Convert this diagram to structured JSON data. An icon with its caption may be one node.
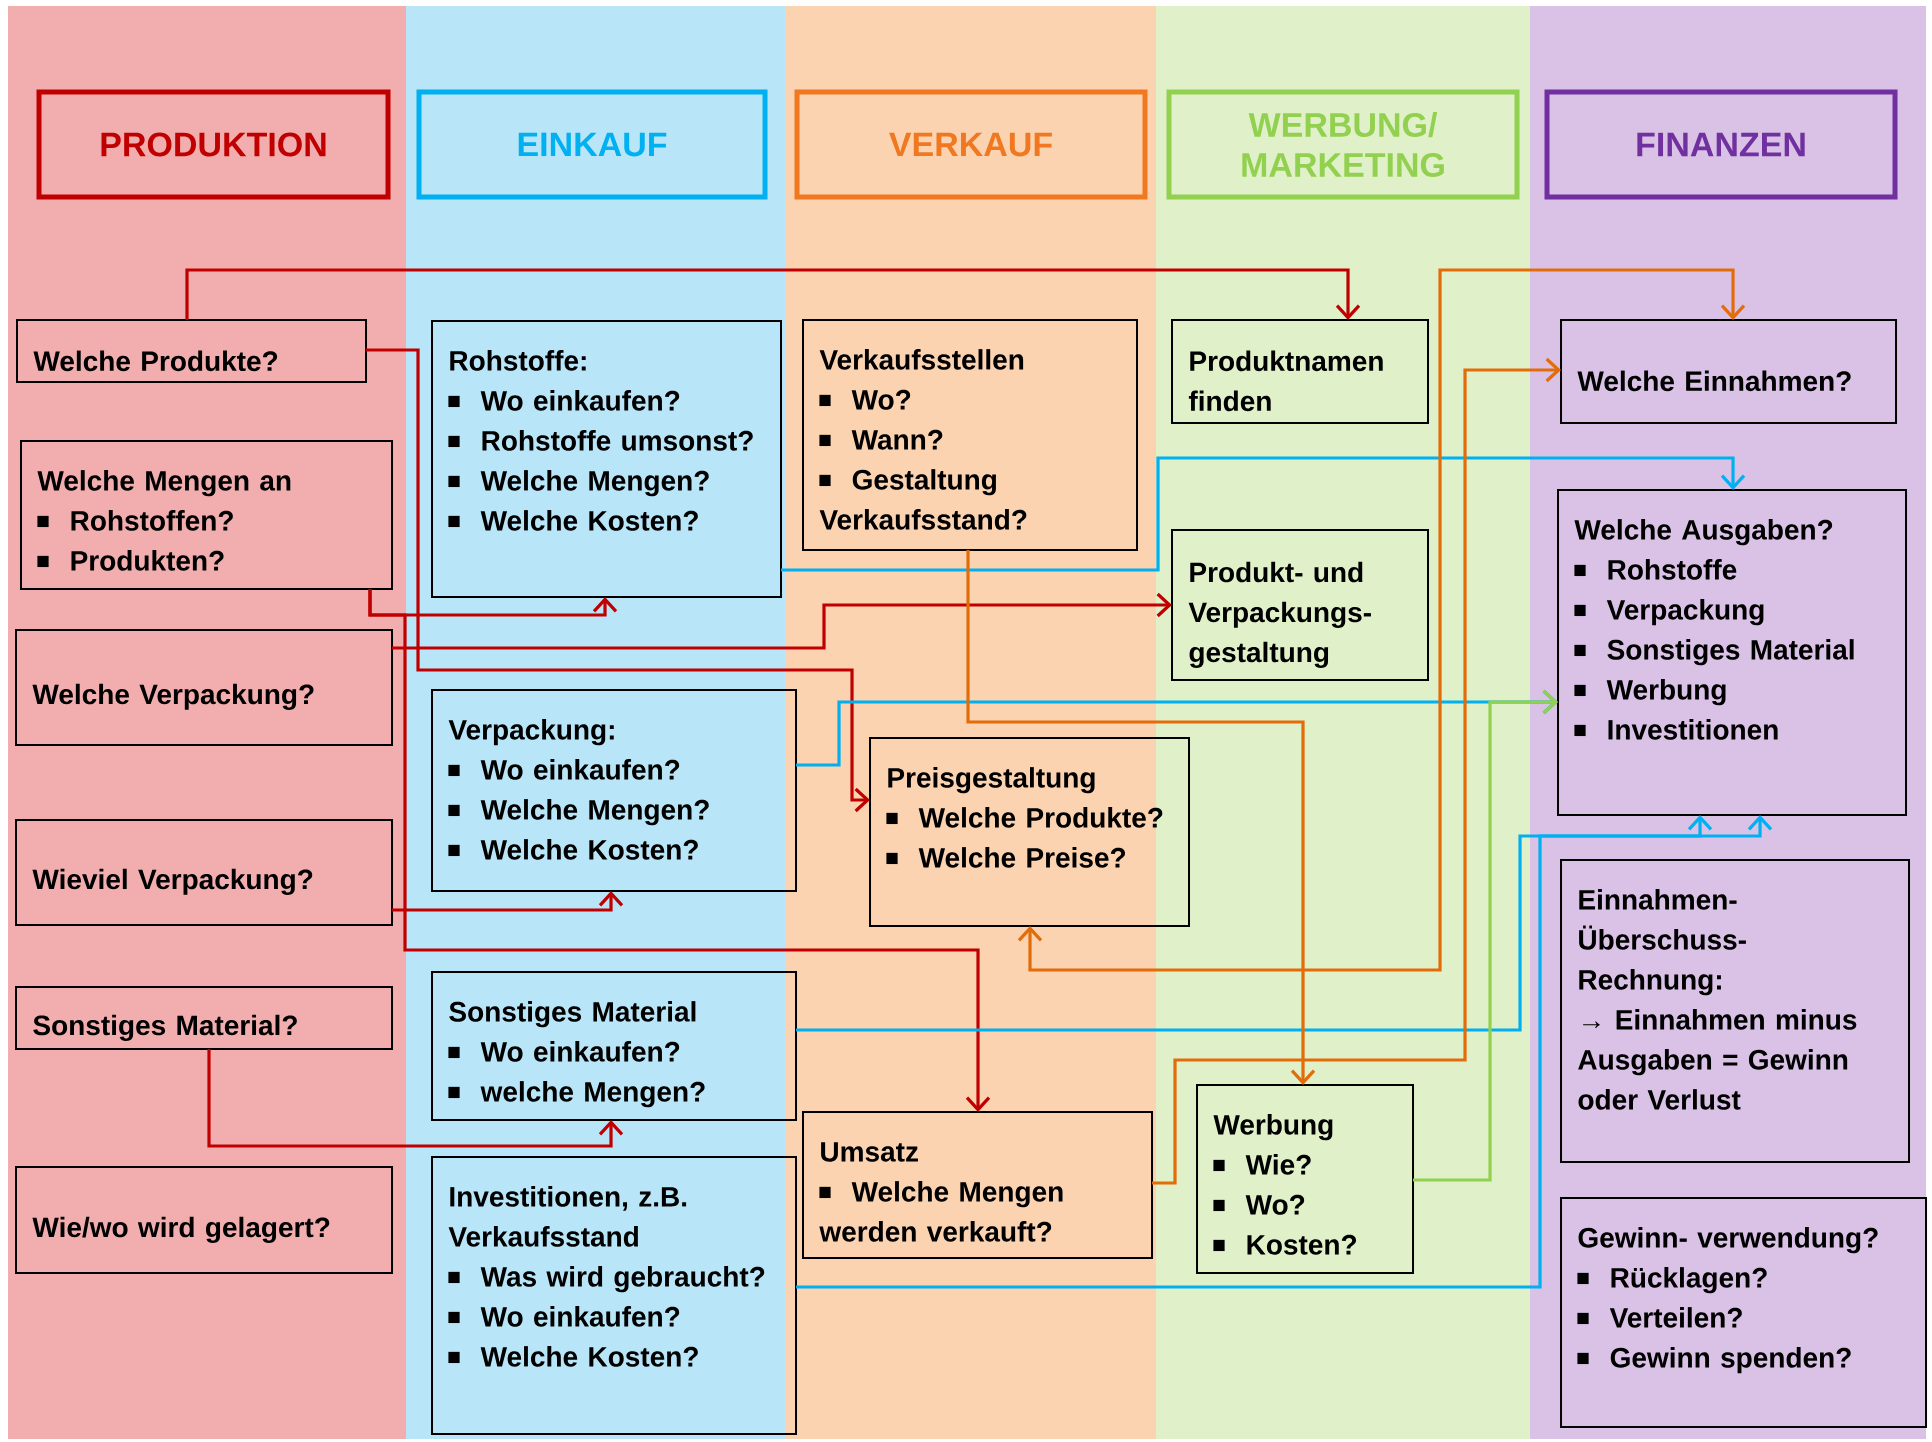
{
  "diagram": {
    "nodes": [
      {
        "text": [
          "PRODUKTION"
        ]
      },
      {
        "text": [
          "EINKAUF"
        ]
      },
      {
        "text": [
          "VERKAUF"
        ]
      },
      {
        "text": [
          "WERBUNG/ MARKETING"
        ]
      },
      {
        "text": [
          "FINANZEN"
        ]
      },
      {
        "text": [
          "Welche Produkte?"
        ]
      },
      {
        "text": [
          "Welche Mengen an",
          "Rohstoffen?",
          "Produkten?"
        ]
      },
      {
        "text": [
          "Welche Verpackung?"
        ]
      },
      {
        "text": [
          "Wieviel Verpackung?"
        ]
      },
      {
        "text": [
          "Sonstiges Material?"
        ]
      },
      {
        "text": [
          "Wie/wo wird gelagert?"
        ]
      },
      {
        "text": [
          "Rohstoffe:",
          "Wo einkaufen?",
          "Rohstoffe umsonst?",
          "Welche Mengen?",
          "Welche Kosten?"
        ]
      },
      {
        "text": [
          "Verpackung:",
          "Wo einkaufen?",
          "Welche Mengen?",
          "Welche Kosten?"
        ]
      },
      {
        "text": [
          "Sonstiges Material",
          "Wo einkaufen?",
          "welche Mengen?"
        ]
      },
      {
        "text": [
          "Investitionen, z.B. Verkaufsstand",
          "Was wird gebraucht?",
          "Wo einkaufen?",
          "Welche Kosten?"
        ]
      },
      {
        "text": [
          "Verkaufsstellen",
          "Wo?",
          "Wann?",
          "Gestaltung Verkaufsstand?"
        ]
      },
      {
        "text": [
          "Preisgestaltung",
          "Welche Produkte?",
          "Welche Preise?"
        ]
      },
      {
        "text": [
          "Umsatz",
          "Welche Mengen werden verkauft?"
        ]
      },
      {
        "text": [
          "Produktnamen finden"
        ]
      },
      {
        "text": [
          "Produkt- und Verpackungs- gestaltung"
        ]
      },
      {
        "text": [
          "Werbung",
          "Wie?",
          "Wo?",
          "Kosten?"
        ]
      },
      {
        "text": [
          "Welche Einnahmen?"
        ]
      },
      {
        "text": [
          "Welche Ausgaben?",
          "Rohstoffe",
          "Verpackung",
          "Sonstiges Material",
          "Werbung",
          "Investitionen"
        ]
      },
      {
        "text": [
          "Einnahmen- Überschuss- Rechnung:",
          "→ Einnahmen minus Ausgaben = Gewinn oder Verlust"
        ]
      },
      {
        "text": [
          "Gewinn- verwendung?",
          "Rücklagen?",
          "Verteilen?",
          "Gewinn spenden?"
        ]
      }
    ],
    "edges": [
      {
        "from": 5,
        "to": 18,
        "arrow": "to",
        "color": "#c00000"
      },
      {
        "from": 5,
        "to": 16,
        "arrow": "to",
        "color": "#c00000"
      },
      {
        "from": 6,
        "to": 11,
        "arrow": "to",
        "color": "#c00000"
      },
      {
        "from": 6,
        "to": 17,
        "arrow": "to",
        "color": "#c00000"
      },
      {
        "from": 7,
        "to": 19,
        "arrow": "to",
        "color": "#c00000"
      },
      {
        "from": 8,
        "to": 12,
        "arrow": "to",
        "color": "#c00000"
      },
      {
        "from": 9,
        "to": 13,
        "arrow": "to",
        "color": "#c00000"
      },
      {
        "from": 11,
        "to": 22,
        "arrow": "to",
        "color": "#00b0f0"
      },
      {
        "from": 12,
        "to": 22,
        "arrow": "to",
        "color": "#00b0f0"
      },
      {
        "from": 13,
        "to": 22,
        "arrow": "to",
        "color": "#00b0f0"
      },
      {
        "from": 14,
        "to": 22,
        "arrow": "to",
        "color": "#00b0f0"
      },
      {
        "from": 15,
        "to": 20,
        "arrow": "to",
        "color": "#e36c0a"
      },
      {
        "from": 17,
        "to": 21,
        "arrow": "to",
        "color": "#e36c0a"
      },
      {
        "from": 16,
        "to": 21,
        "arrow": "both",
        "color": "#e36c0a"
      },
      {
        "from": 20,
        "to": 22,
        "arrow": "to",
        "color": "#92d050"
      }
    ]
  }
}
